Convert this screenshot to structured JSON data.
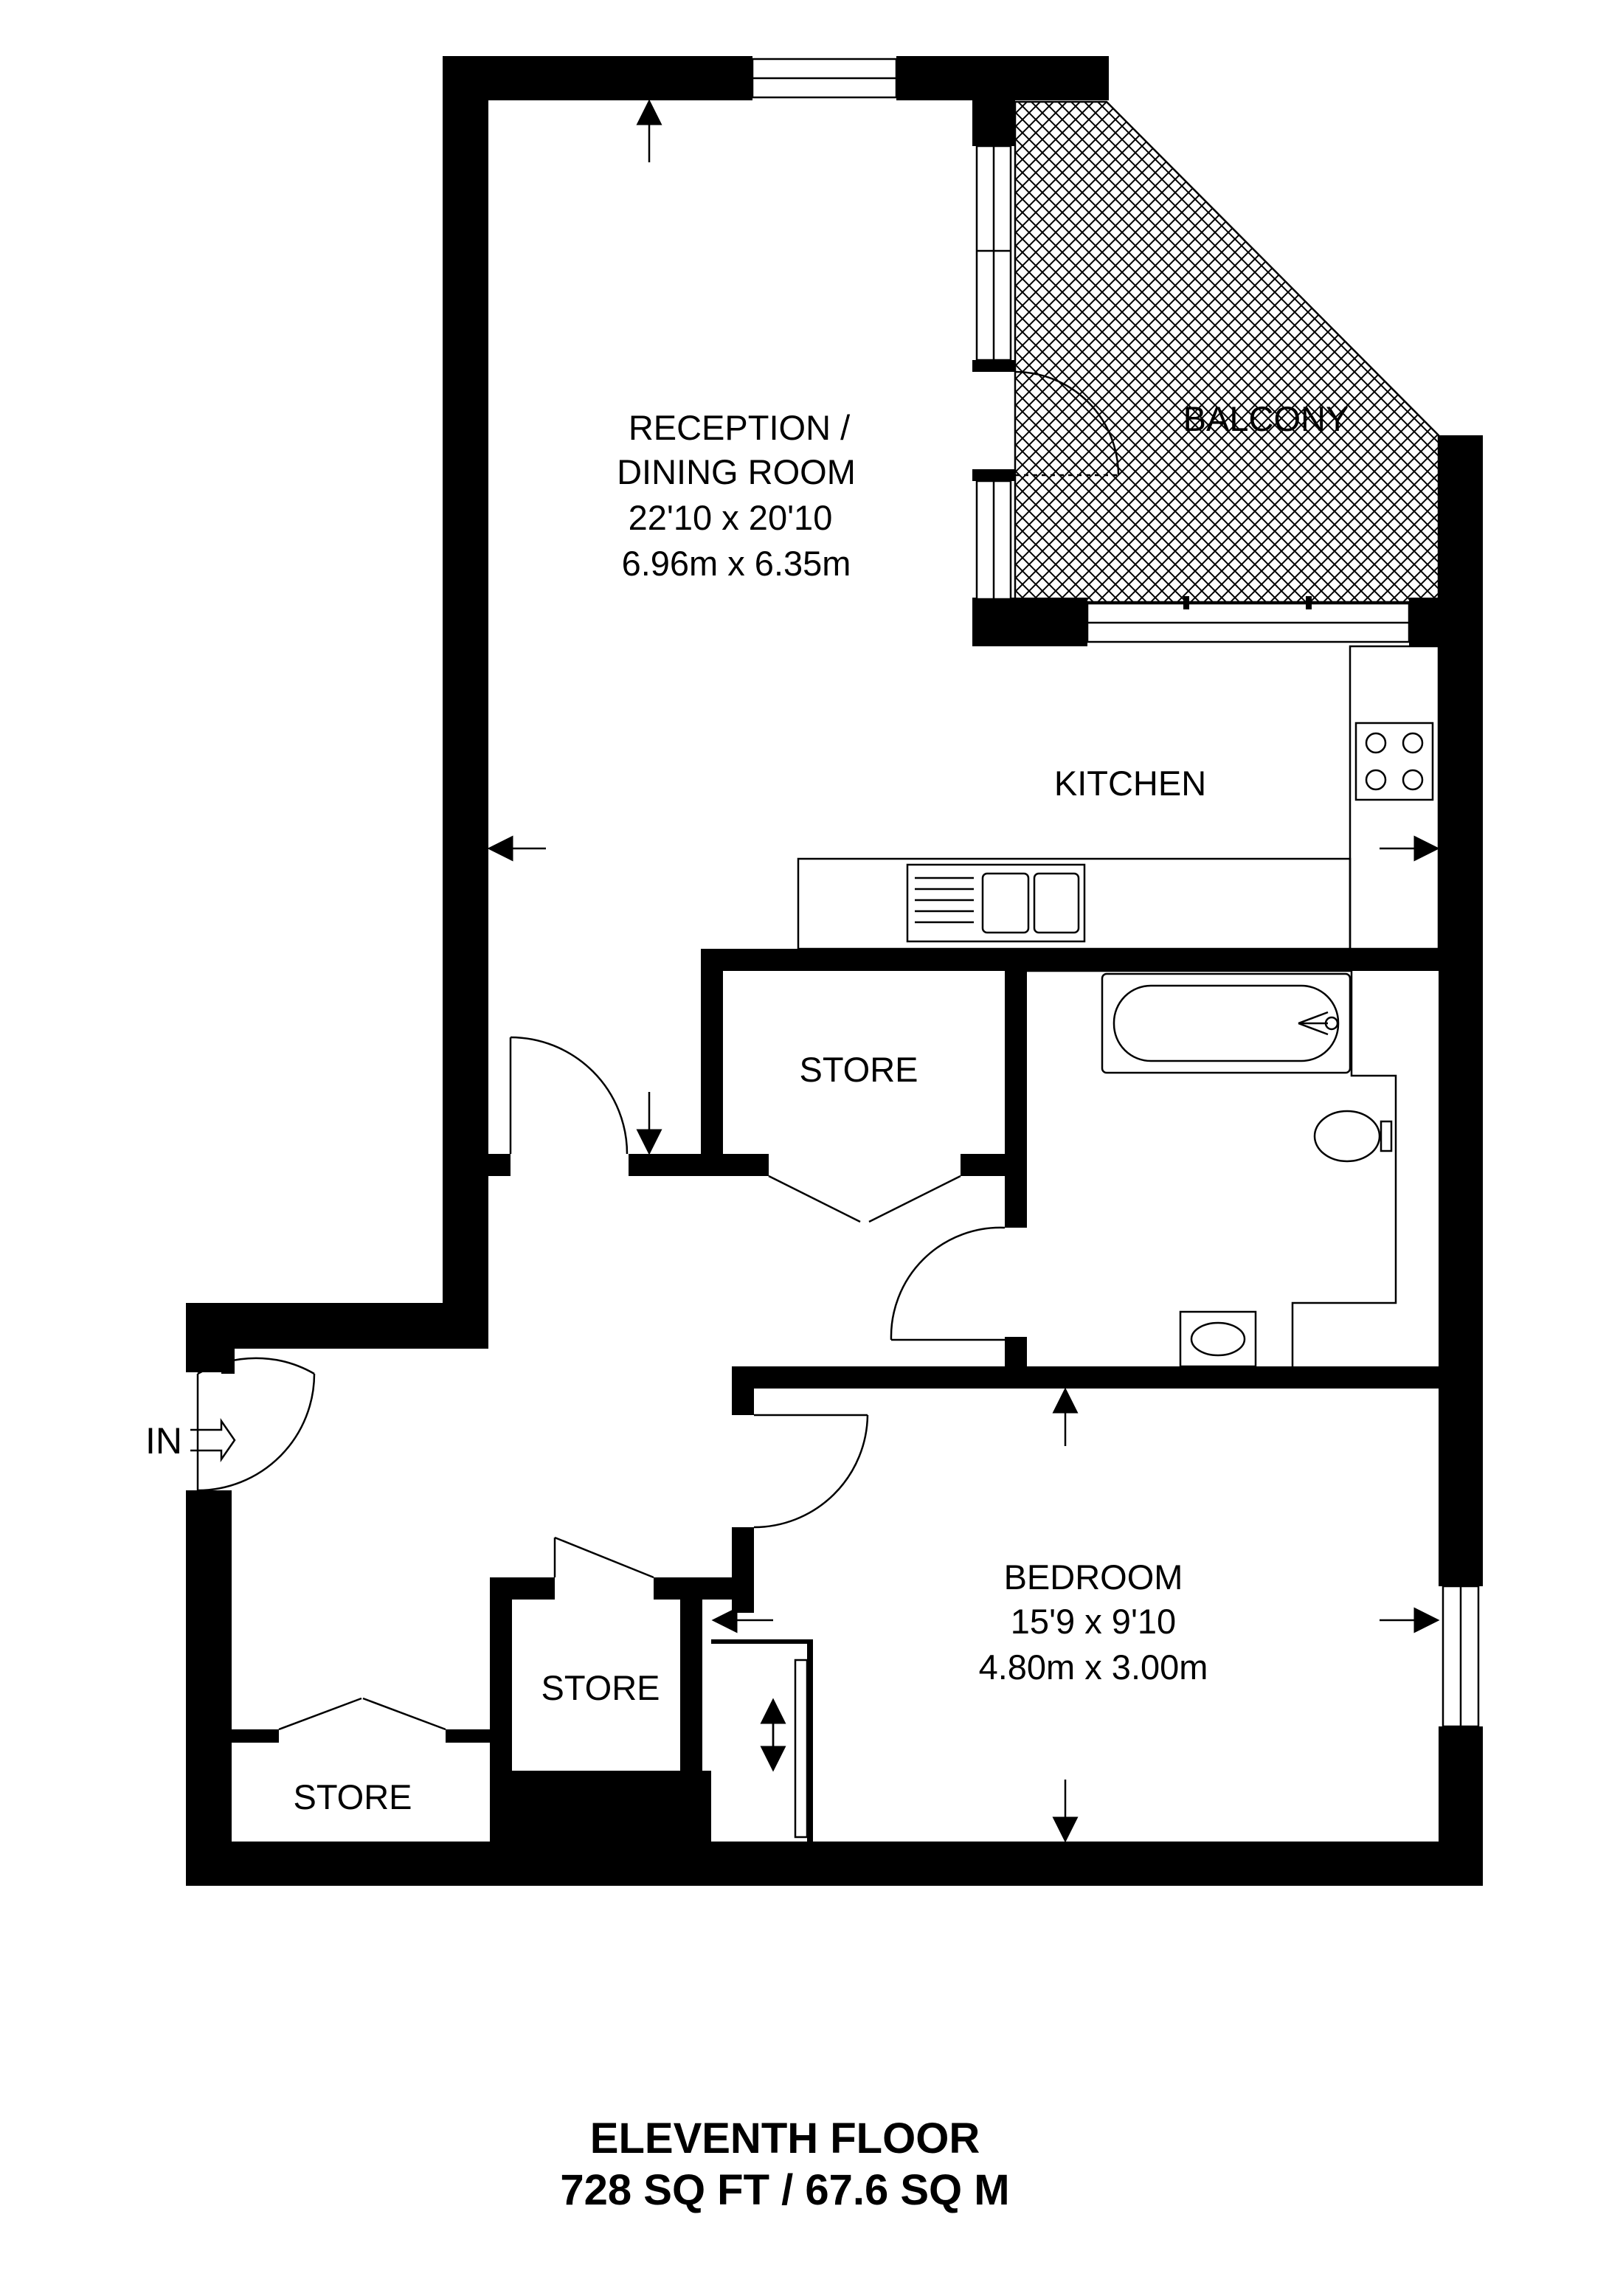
{
  "rooms": {
    "reception": {
      "name_line1": "RECEPTION /",
      "name_line2": "DINING ROOM",
      "imperial": "22'10 x 20'10",
      "metric": "6.96m x 6.35m"
    },
    "balcony": {
      "name": "BALCONY"
    },
    "kitchen": {
      "name": "KITCHEN"
    },
    "store_top": {
      "name": "STORE"
    },
    "store_middle": {
      "name": "STORE"
    },
    "store_bottom": {
      "name": "STORE"
    },
    "bedroom": {
      "name": "BEDROOM",
      "imperial": "15'9 x 9'10",
      "metric": "4.80m x 3.00m"
    }
  },
  "entrance": {
    "label": "IN"
  },
  "footer": {
    "floor": "ELEVENTH FLOOR",
    "area": "728 SQ FT / 67.6 SQ M"
  }
}
